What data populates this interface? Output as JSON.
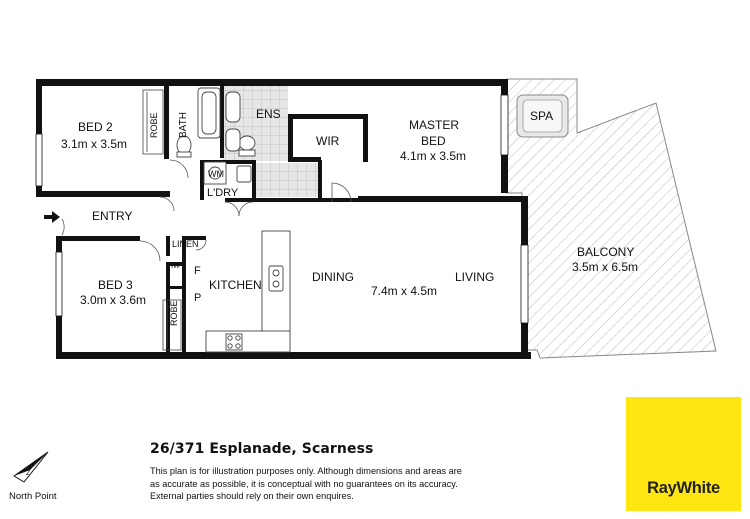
{
  "rooms": {
    "bed2": {
      "name": "BED 2",
      "size": "3.1m x 3.5m"
    },
    "bed2_robe": "ROBE",
    "bath": "BATH",
    "ens": "ENS",
    "wir": "WIR",
    "master": {
      "name_line1": "MASTER",
      "name_line2": "BED",
      "size": "4.1m x 3.5m"
    },
    "spa": "SPA",
    "wm": "WM",
    "laundry": "L'DRY",
    "entry": "ENTRY",
    "linen": "LINEN",
    "hw": "HW",
    "fridge": "F",
    "pantry": "P",
    "kitchen": "KITCHEN",
    "dining": "DINING",
    "living_size": "7.4m x 4.5m",
    "living": "LIVING",
    "balcony": {
      "name": "BALCONY",
      "size": "3.5m x 6.5m"
    },
    "bed3": {
      "name": "BED 3",
      "size": "3.0m x 3.6m"
    },
    "bed3_robe": "ROBE"
  },
  "address": "26/371 Esplanade, Scarness",
  "disclaimer": [
    "This plan is for illustration purposes only.  Although dimensions and areas are",
    "as accurate as possible, it is conceptual with no guarantees on its accuracy.",
    "External parties should rely on their own enquires."
  ],
  "north_label": "North Point",
  "brand": {
    "name": "RayWhite",
    "color": "#ffe512"
  }
}
